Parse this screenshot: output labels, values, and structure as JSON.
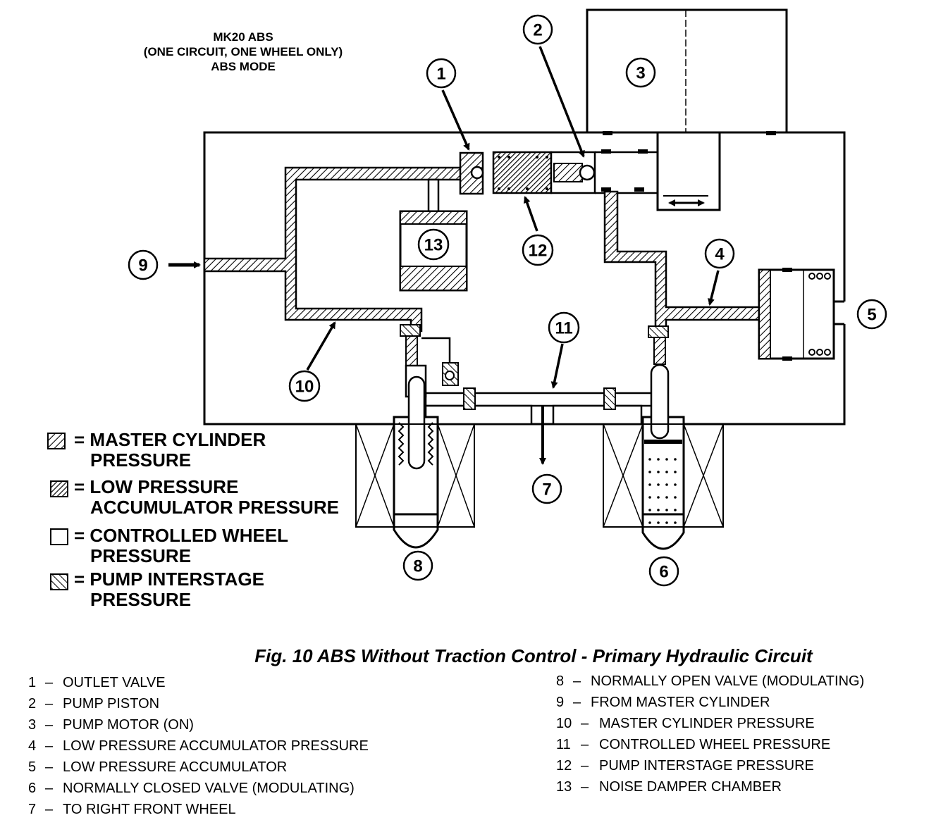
{
  "header": {
    "line1": "MK20 ABS",
    "line2": "(ONE CIRCUIT, ONE WHEEL ONLY)",
    "line3": "ABS MODE"
  },
  "callouts": {
    "c1": "1",
    "c2": "2",
    "c3": "3",
    "c4": "4",
    "c5": "5",
    "c6": "6",
    "c7": "7",
    "c8": "8",
    "c9": "9",
    "c10": "10",
    "c11": "11",
    "c12": "12",
    "c13": "13"
  },
  "legend": {
    "master_line1": "= MASTER CYLINDER",
    "master_line2": "PRESSURE",
    "low_line1": "= LOW PRESSURE",
    "low_line2": "ACCUMULATOR PRESSURE",
    "wheel_line1": "= CONTROLLED WHEEL",
    "wheel_line2": "PRESSURE",
    "pump_line1": "= PUMP INTERSTAGE",
    "pump_line2": "PRESSURE"
  },
  "caption": "Fig. 10 ABS Without Traction Control - Primary Hydraulic Circuit",
  "key_left": [
    {
      "num": "1",
      "dash": "–",
      "text": "OUTLET VALVE"
    },
    {
      "num": "2",
      "dash": "–",
      "text": "PUMP PISTON"
    },
    {
      "num": "3",
      "dash": "–",
      "text": "PUMP MOTOR (ON)"
    },
    {
      "num": "4",
      "dash": "–",
      "text": "LOW PRESSURE ACCUMULATOR PRESSURE"
    },
    {
      "num": "5",
      "dash": "–",
      "text": "LOW PRESSURE ACCUMULATOR"
    },
    {
      "num": "6",
      "dash": "–",
      "text": "NORMALLY CLOSED VALVE (MODULATING)"
    },
    {
      "num": "7",
      "dash": "–",
      "text": "TO RIGHT FRONT WHEEL"
    }
  ],
  "key_right": [
    {
      "num": "8",
      "dash": "–",
      "text": "NORMALLY OPEN VALVE (MODULATING)"
    },
    {
      "num": "9",
      "dash": "–",
      "text": "FROM MASTER CYLINDER"
    },
    {
      "num": "10",
      "dash": "–",
      "text": "MASTER CYLINDER PRESSURE"
    },
    {
      "num": "11",
      "dash": "–",
      "text": "CONTROLLED WHEEL PRESSURE"
    },
    {
      "num": "12",
      "dash": "–",
      "text": "PUMP INTERSTAGE PRESSURE"
    },
    {
      "num": "13",
      "dash": "–",
      "text": "NOISE DAMPER CHAMBER"
    }
  ]
}
